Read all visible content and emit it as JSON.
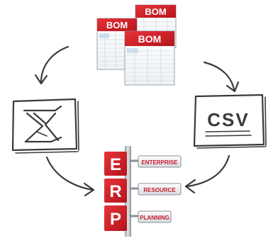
{
  "bom": {
    "label": "BOM"
  },
  "csv": {
    "label": "CSV"
  },
  "erp": {
    "rows": [
      {
        "letter": "E",
        "word": "ENTERPRISE"
      },
      {
        "letter": "R",
        "word": "RESOURCE"
      },
      {
        "letter": "P",
        "word": "PLANNING"
      }
    ]
  },
  "colors": {
    "bom_header": "#c8182a",
    "erp_block": "#d41a22",
    "sign_text": "#c8182a",
    "ink": "#3a3a3a"
  },
  "icons": {
    "excel": "excel-x-icon",
    "csv": "csv-file-icon",
    "bom": "bom-spreadsheet-icon",
    "erp": "erp-signpost-icon"
  }
}
